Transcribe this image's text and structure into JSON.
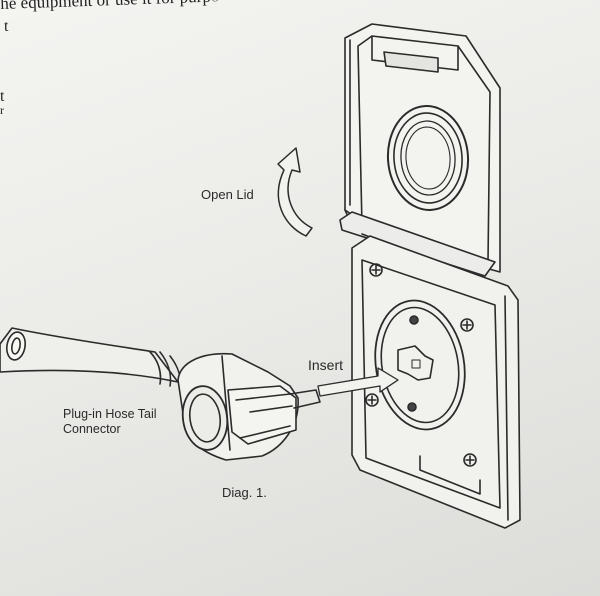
{
  "document": {
    "top_line": "he equipment or use it for purp",
    "top_line_cut": "o",
    "fragment_1": "t",
    "fragment_2": "t",
    "fragment_3": "r"
  },
  "diagram": {
    "label_open_lid": "Open Lid",
    "label_insert": "Insert",
    "label_hose_line1": "Plug-in Hose Tail",
    "label_hose_line2": "Connector",
    "caption": "Diag. 1."
  }
}
